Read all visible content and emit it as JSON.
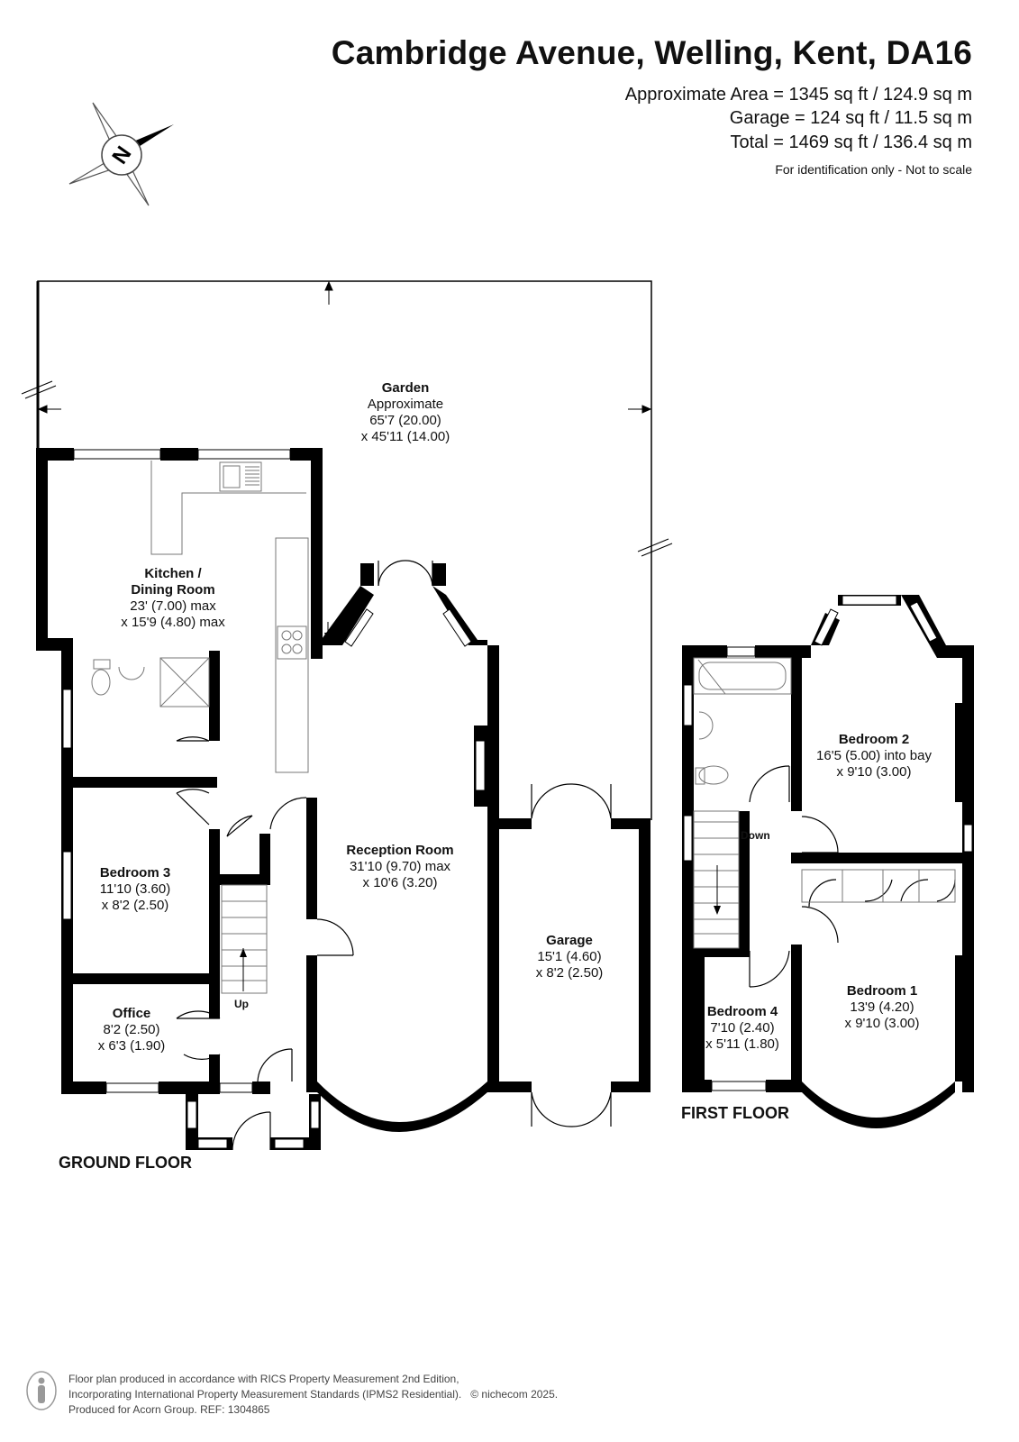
{
  "header": {
    "title": "Cambridge Avenue, Welling, Kent, DA16",
    "area_main": "Approximate Area = 1345 sq ft / 124.9 sq m",
    "area_garage": "Garage = 124 sq ft / 11.5 sq m",
    "area_total": "Total = 1469 sq ft / 136.4 sq m",
    "identification": "For identification only - Not to scale"
  },
  "compass": {
    "letter": "N",
    "icon": "compass-rose-icon"
  },
  "rooms": {
    "garden": {
      "name": "Garden",
      "l1": "Approximate",
      "l2": "65'7 (20.00)",
      "l3": "x 45'11 (14.00)"
    },
    "kitchen": {
      "name1": "Kitchen /",
      "name2": "Dining Room",
      "l1": "23' (7.00) max",
      "l2": "x 15'9 (4.80) max"
    },
    "reception": {
      "name": "Reception Room",
      "l1": "31'10 (9.70) max",
      "l2": "x 10'6 (3.20)"
    },
    "bedroom3": {
      "name": "Bedroom 3",
      "l1": "11'10 (3.60)",
      "l2": "x 8'2 (2.50)"
    },
    "office": {
      "name": "Office",
      "l1": "8'2 (2.50)",
      "l2": "x 6'3 (1.90)"
    },
    "garage": {
      "name": "Garage",
      "l1": "15'1 (4.60)",
      "l2": "x 8'2 (2.50)"
    },
    "bedroom2": {
      "name": "Bedroom 2",
      "l1": "16'5 (5.00) into bay",
      "l2": "x 9'10 (3.00)"
    },
    "bedroom1": {
      "name": "Bedroom 1",
      "l1": "13'9 (4.20)",
      "l2": "x 9'10 (3.00)"
    },
    "bedroom4": {
      "name": "Bedroom 4",
      "l1": "7'10 (2.40)",
      "l2": "x 5'11 (1.80)"
    }
  },
  "stairs": {
    "up": "Up",
    "down": "Down"
  },
  "floors": {
    "ground": "GROUND FLOOR",
    "first": "FIRST FLOOR"
  },
  "footer": {
    "line1": "Floor plan produced in accordance with RICS Property Measurement 2nd Edition,",
    "line2": "Incorporating International Property Measurement Standards (IPMS2 Residential).",
    "copyright": "© nichecom 2025.",
    "line3": "Produced for Acorn Group.   REF:  1304865",
    "icon": "person-icon"
  },
  "colors": {
    "wall": "#000000",
    "fixture": "#888888"
  }
}
